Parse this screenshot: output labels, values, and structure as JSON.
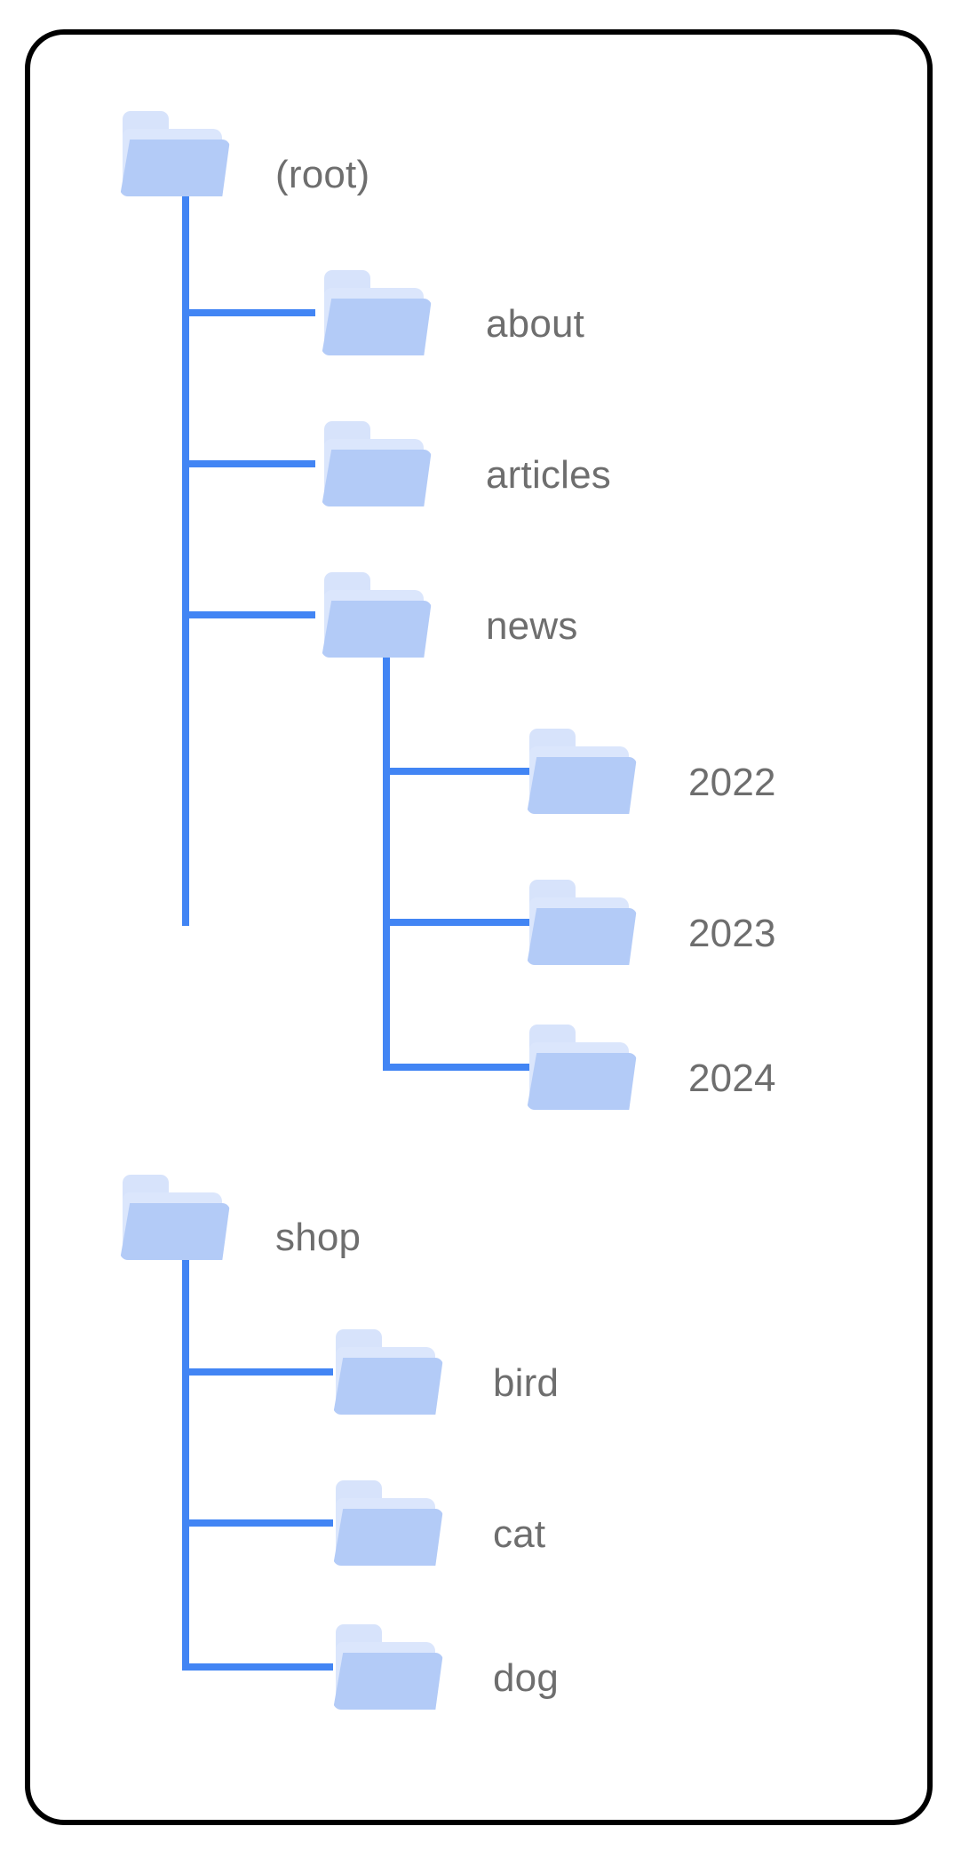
{
  "diagram": {
    "title": "folder-tree",
    "colors": {
      "panel_border": "#000000",
      "panel_background": "#ffffff",
      "edge_line": "#4285f4",
      "folder_front": "#b3cbf7",
      "folder_back": "#dbe6fc",
      "folder_tab": "#d7e3fb",
      "label_text": "#6e6e6e"
    },
    "nodes": [
      {
        "id": "root",
        "label": "(root)",
        "depth": 0,
        "icon": "folder-icon"
      },
      {
        "id": "about",
        "label": "about",
        "depth": 1,
        "icon": "folder-icon"
      },
      {
        "id": "articles",
        "label": "articles",
        "depth": 1,
        "icon": "folder-icon"
      },
      {
        "id": "news",
        "label": "news",
        "depth": 1,
        "icon": "folder-icon"
      },
      {
        "id": "news2022",
        "label": "2022",
        "depth": 2,
        "icon": "folder-icon"
      },
      {
        "id": "news2023",
        "label": "2023",
        "depth": 2,
        "icon": "folder-icon"
      },
      {
        "id": "news2024",
        "label": "2024",
        "depth": 2,
        "icon": "folder-icon"
      },
      {
        "id": "shop",
        "label": "shop",
        "depth": 1,
        "icon": "folder-icon"
      },
      {
        "id": "bird",
        "label": "bird",
        "depth": 2,
        "icon": "folder-icon"
      },
      {
        "id": "cat",
        "label": "cat",
        "depth": 2,
        "icon": "folder-icon"
      },
      {
        "id": "dog",
        "label": "dog",
        "depth": 2,
        "icon": "folder-icon"
      }
    ]
  }
}
